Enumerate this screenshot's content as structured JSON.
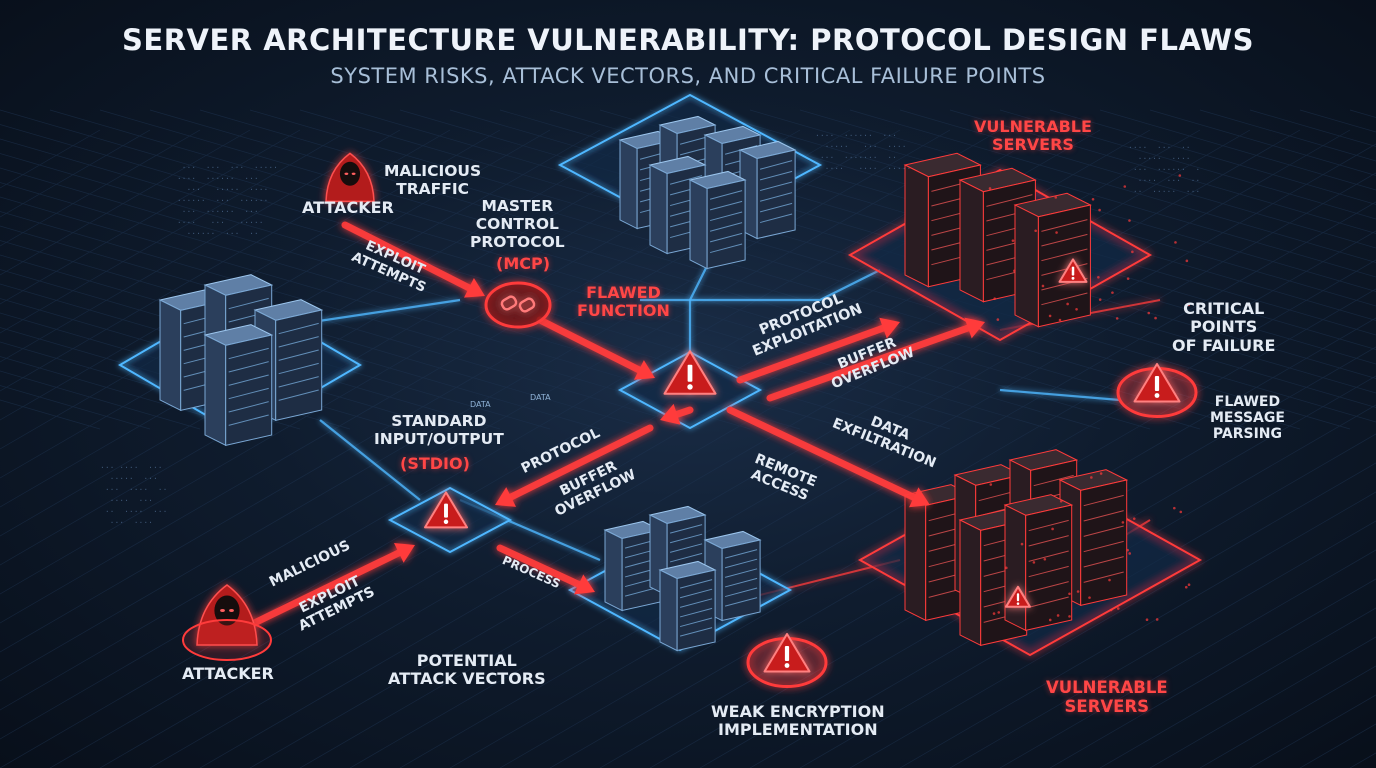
{
  "title": "SERVER ARCHITECTURE VULNERABILITY: PROTOCOL DESIGN FLAWS",
  "subtitle": "SYSTEM RISKS, ATTACK VECTORS, AND CRITICAL FAILURE POINTS",
  "labels": {
    "malicious_traffic": "MALICIOUS\nTRAFFIC",
    "attacker_top": "ATTACKER",
    "attacker_bottom": "ATTACKER",
    "exploit_attempts_top": "EXPLOIT\nATTEMPTS",
    "mcp": "MASTER\nCONTROL\nPROTOCOL",
    "mcp_abbr": "(MCP)",
    "flawed_function": "FLAWED\nFUNCTION",
    "protocol_exploitation": "PROTOCOL\nEXPLOITATION",
    "buffer_overflow_right": "BUFFER\nOVERFLOW",
    "vulnerable_servers_top": "VULNERABLE\nSERVERS",
    "critical_points": "CRITICAL\nPOINTS\nOF FAILURE",
    "flawed_parsing": "FLAWED\nMESSAGE\nPARSING",
    "stdio": "STANDARD\nINPUT/OUTPUT",
    "stdio_abbr": "(STDIO)",
    "protocol": "PROTOCOL",
    "buffer_overflow_mid": "BUFFER\nOVERFLOW",
    "data_exfiltration": "DATA\nEXFILTRATION",
    "remote_access": "REMOTE\nACCESS",
    "malicious": "MALICIOUS",
    "exploit_attempts_bottom": "EXPLOIT\nATTEMPTS",
    "process": "PROCESS",
    "potential_attack_vectors": "POTENTIAL\nATTACK VECTORS",
    "weak_encryption": "WEAK ENCRYPTION\nIMPLEMENTATION",
    "vulnerable_servers_bottom": "VULNERABLE\nSERVERS",
    "data_small_1": "DATA",
    "data_small_2": "DATA"
  },
  "icons": [
    "attacker-hood-icon",
    "warning-triangle-icon",
    "broken-link-icon",
    "server-rack-icon",
    "data-arrow-icon"
  ],
  "colors": {
    "background": "#0f1c2e",
    "alert_red": "#ff3b3b",
    "link_blue": "#4fb7ff",
    "server_steel": "#2a3a52",
    "text_light": "#e4ebf4"
  }
}
